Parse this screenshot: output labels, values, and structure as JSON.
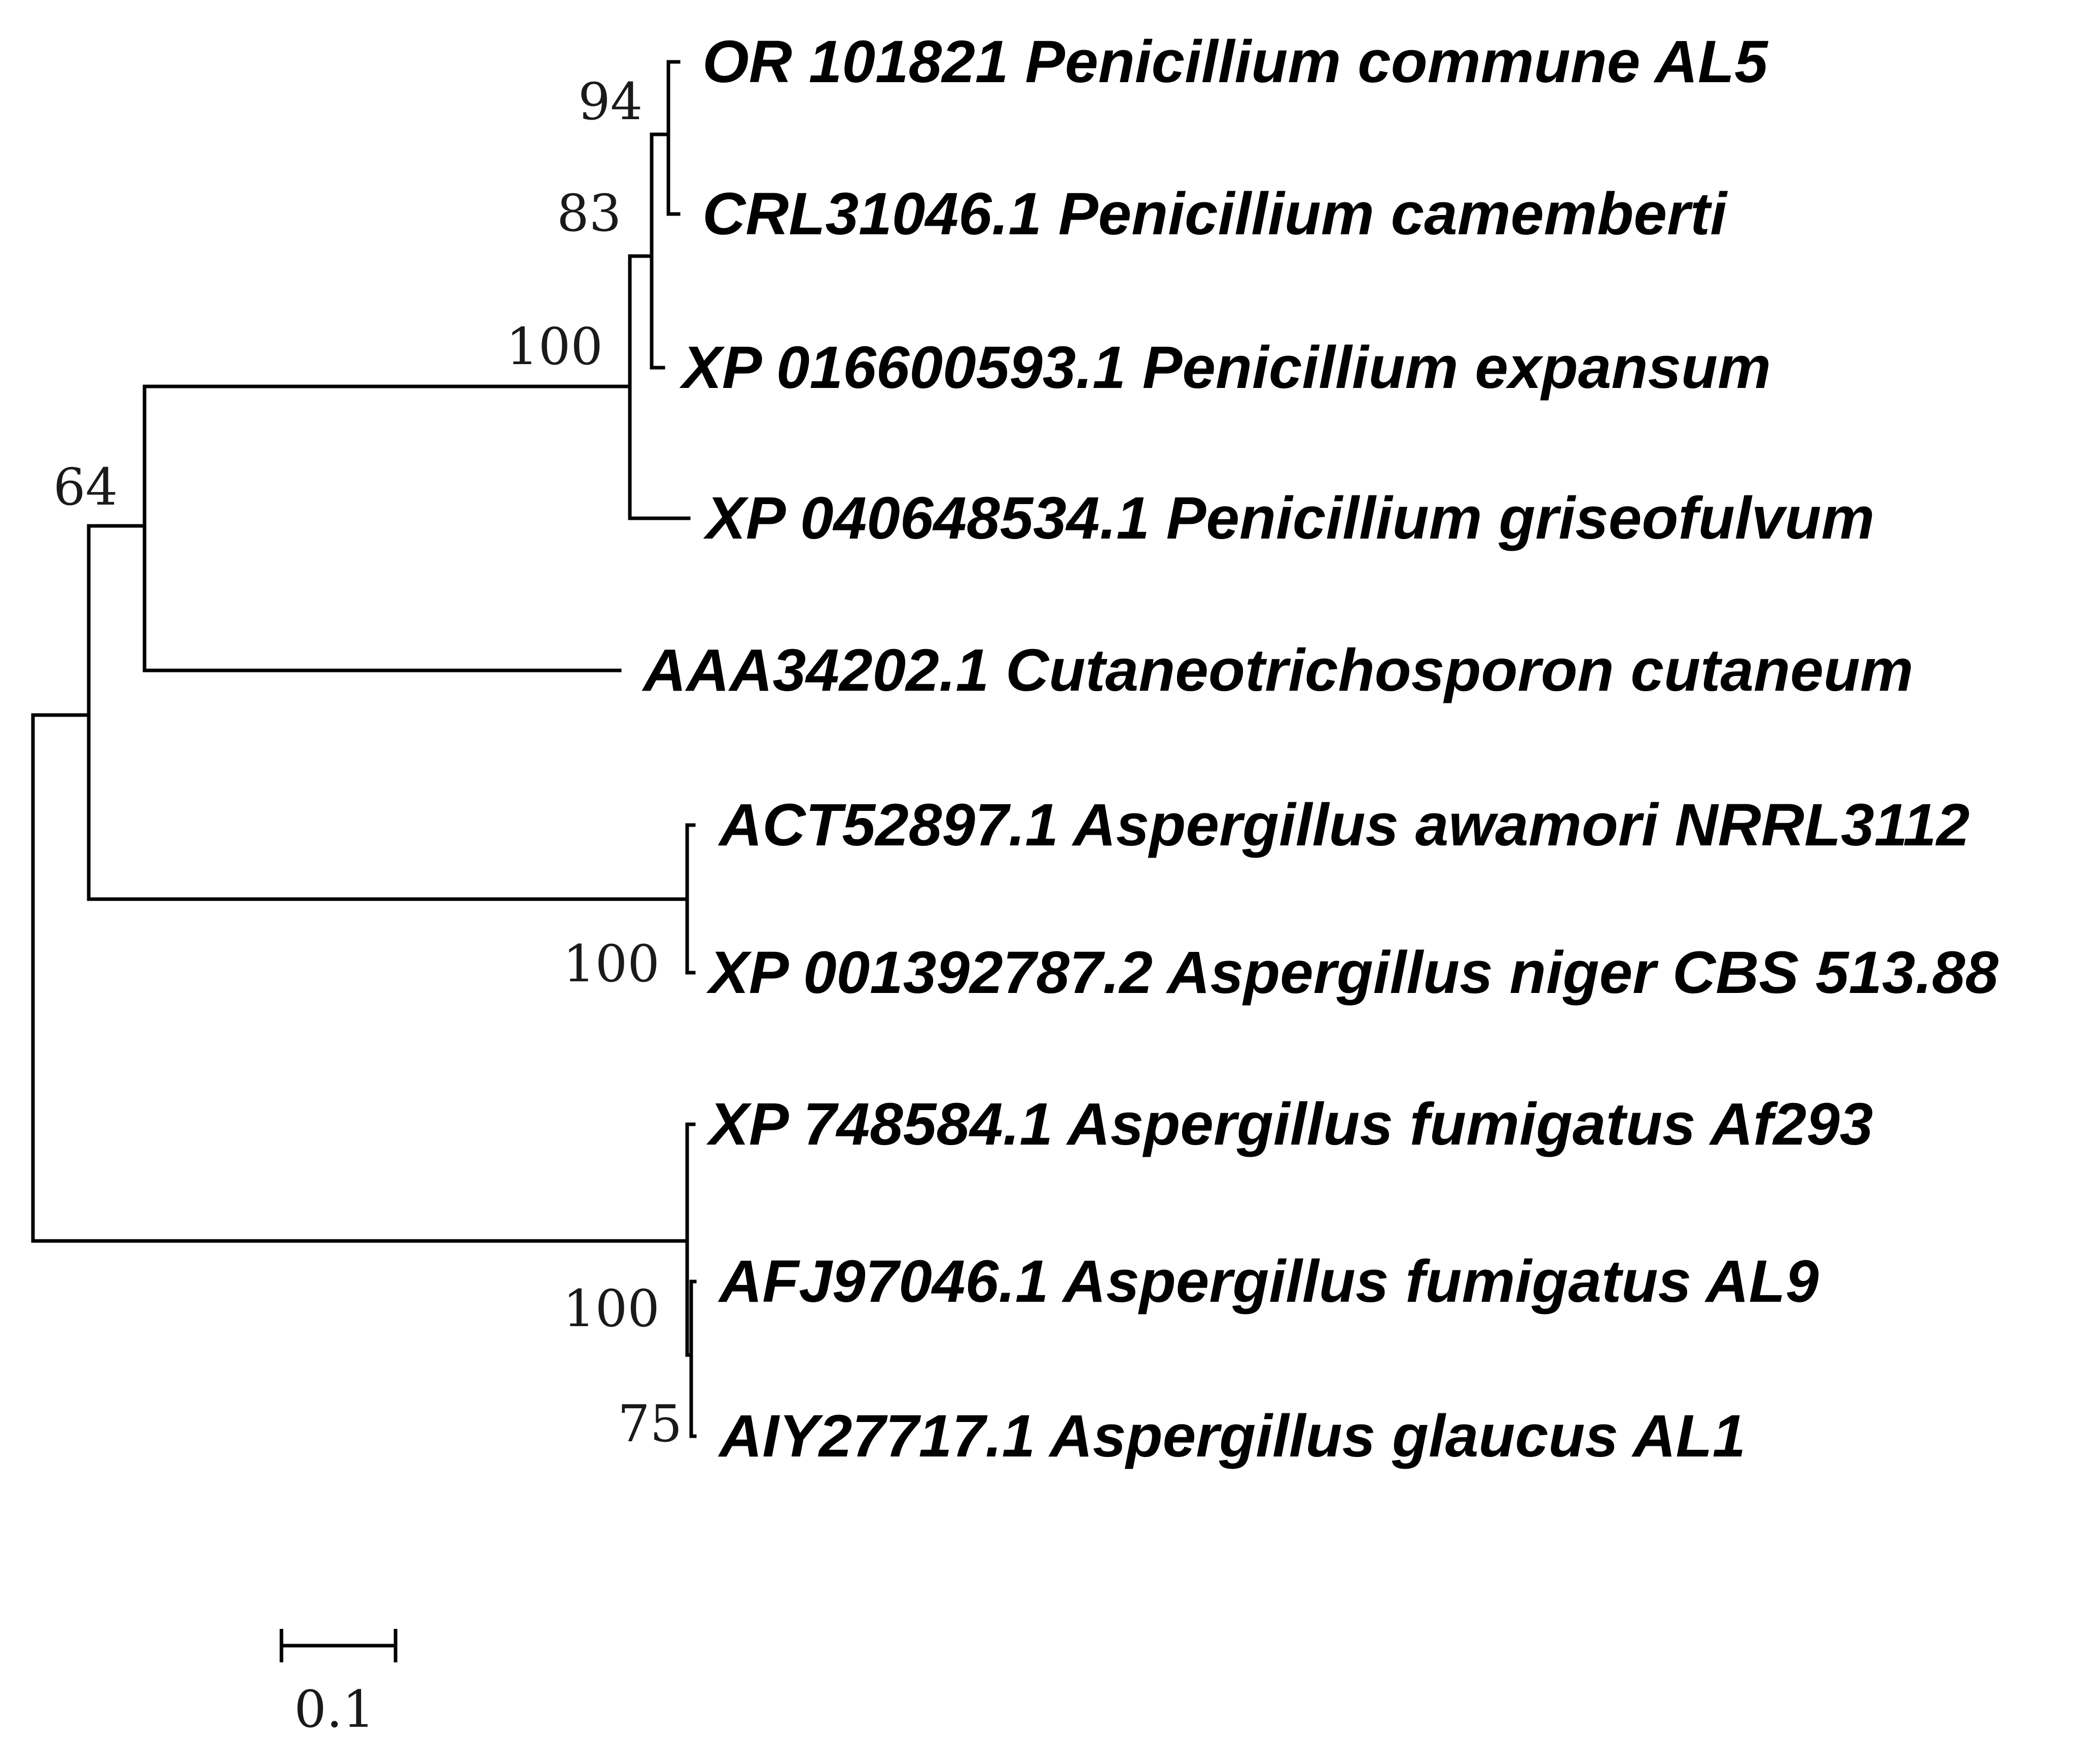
{
  "tree": {
    "taxa": [
      "OR 101821 Penicillium commune AL5",
      "CRL31046.1 Penicillium camemberti",
      "XP 016600593.1 Penicillium expansum",
      "XP 040648534.1 Penicillium griseofulvum",
      "AAA34202.1 Cutaneotrichosporon cutaneum",
      "ACT52897.1 Aspergillus awamori NRRL3112",
      "XP 001392787.2 Aspergillus niger CBS 513.88",
      "XP 748584.1 Aspergillus fumigatus Af293",
      "AFJ97046.1 Aspergillus fumigatus AL9",
      "AIY27717.1 Aspergillus glaucus AL1"
    ],
    "bootstrap": [
      "94",
      "83",
      "100",
      "64",
      "100",
      "100",
      "75"
    ]
  },
  "scale_bar": {
    "label": "0.1"
  }
}
